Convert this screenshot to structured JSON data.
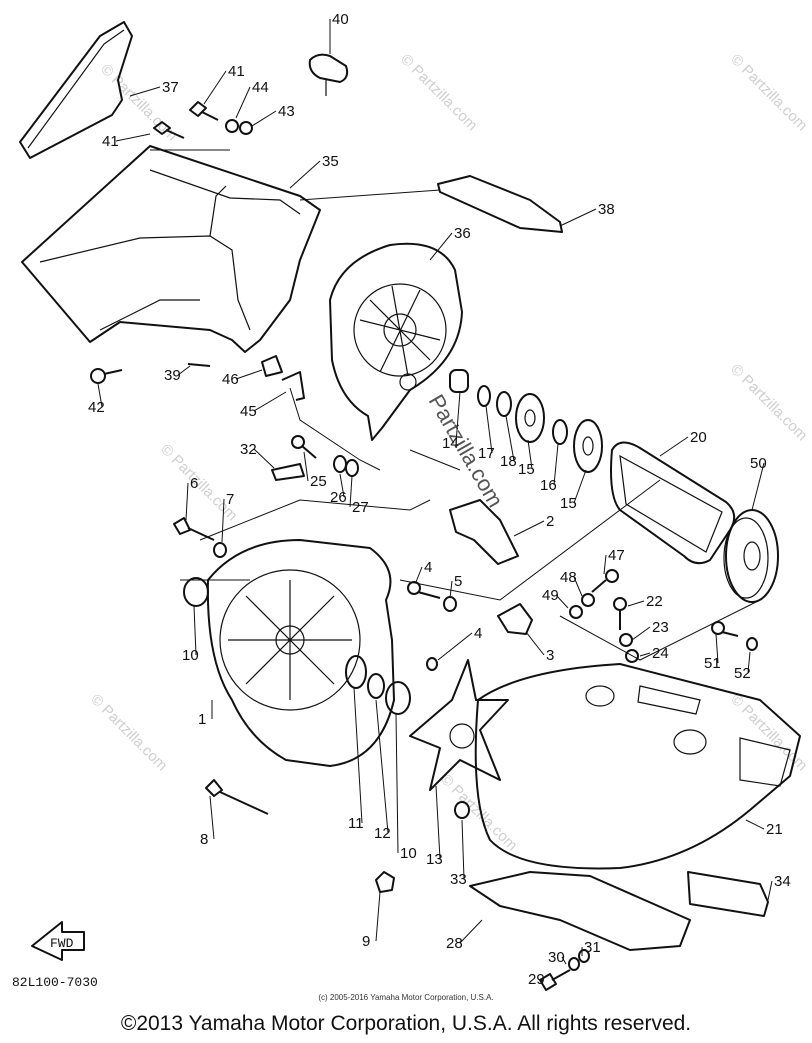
{
  "diagram": {
    "code": "82L100-7030",
    "fwd_label": "FWD",
    "small_credit": "(c) 2005-2016 Yamaha Motor Corporation, U.S.A.",
    "copyright": "©2013 Yamaha Motor Corporation, U.S.A. All rights reserved.",
    "watermark": "© Partzilla.com",
    "center_watermark": "Partzilla.com",
    "callouts": [
      "37",
      "41",
      "44",
      "43",
      "40",
      "41",
      "35",
      "38",
      "36",
      "42",
      "39",
      "46",
      "45",
      "14",
      "17",
      "18",
      "15",
      "16",
      "15",
      "20",
      "50",
      "32",
      "25",
      "26",
      "27",
      "6",
      "7",
      "2",
      "10",
      "4",
      "5",
      "47",
      "48",
      "49",
      "22",
      "23",
      "24",
      "51",
      "52",
      "3",
      "4",
      "1",
      "11",
      "12",
      "10",
      "13",
      "33",
      "21",
      "8",
      "9",
      "28",
      "34",
      "31",
      "30",
      "29"
    ]
  }
}
